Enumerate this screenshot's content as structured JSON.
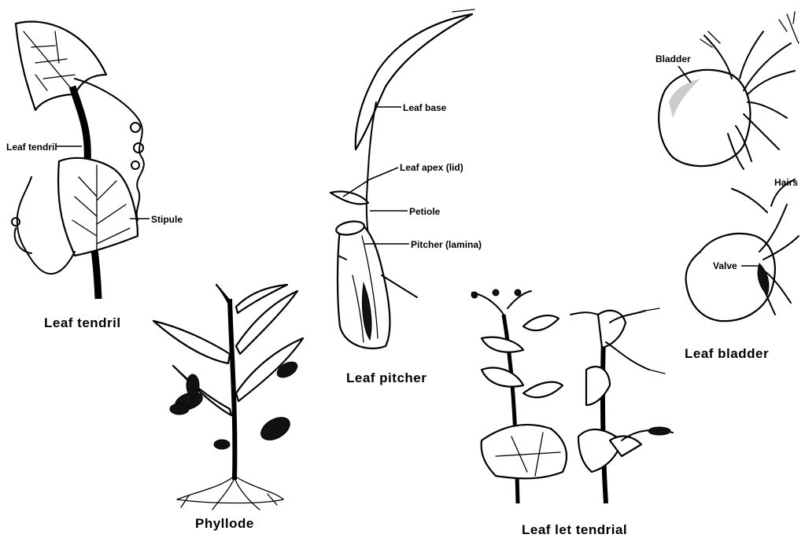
{
  "panels": {
    "leaf_tendril": {
      "caption": "Leaf tendril",
      "labels": {
        "tendril": "Leaf tendril",
        "stipule": "Stipule"
      }
    },
    "phyllode": {
      "caption": "Phyllode"
    },
    "leaf_pitcher": {
      "caption": "Leaf pitcher",
      "labels": {
        "leaf_base": "Leaf base",
        "leaf_apex": "Leaf apex (lid)",
        "petiole": "Petiole",
        "pitcher": "Pitcher (lamina)"
      }
    },
    "leaflet_tendril": {
      "caption": "Leaf let tendrial"
    },
    "leaf_bladder": {
      "caption": "Leaf bladder",
      "labels": {
        "bladder": "Bladder",
        "hairs": "Hairs",
        "valve": "Valve"
      }
    }
  }
}
